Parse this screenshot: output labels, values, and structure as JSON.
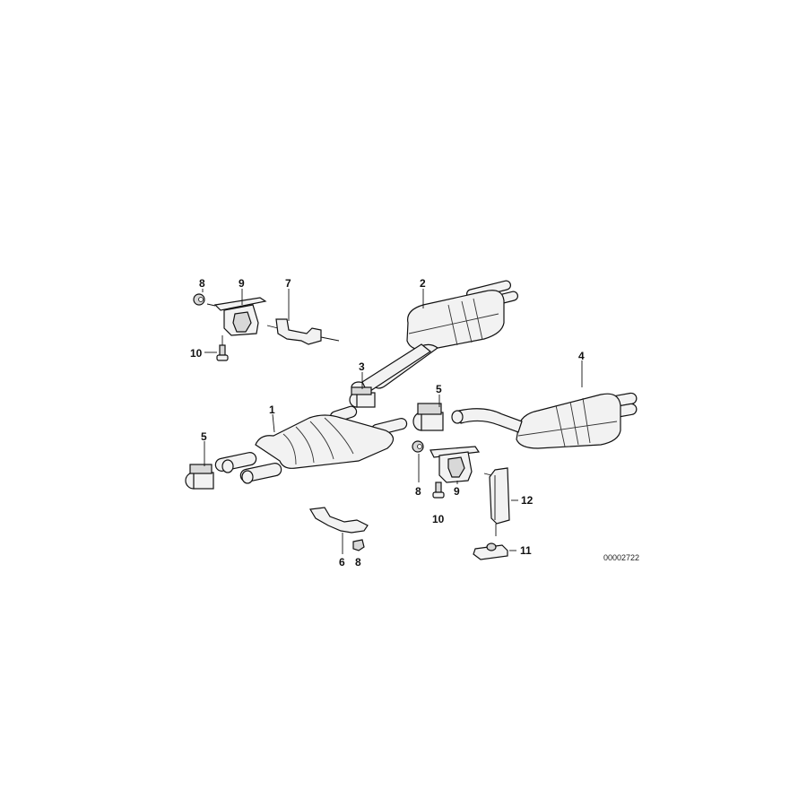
{
  "diagram": {
    "type": "exploded parts diagram",
    "subject": "exhaust system - mufflers, clamps and hangers",
    "reference_number": "00002722",
    "callouts": [
      {
        "id": "c8a",
        "label": "8",
        "part": "rubber nut / bushing"
      },
      {
        "id": "c9a",
        "label": "9",
        "part": "rubber mount bracket"
      },
      {
        "id": "c7",
        "label": "7",
        "part": "hanger bracket"
      },
      {
        "id": "c10a",
        "label": "10",
        "part": "bolt"
      },
      {
        "id": "c2",
        "label": "2",
        "part": "rear silencer (left)"
      },
      {
        "id": "c3",
        "label": "3",
        "part": "pipe clamp"
      },
      {
        "id": "c1",
        "label": "1",
        "part": "front/center silencer"
      },
      {
        "id": "c5a",
        "label": "5",
        "part": "pipe clamp"
      },
      {
        "id": "c5b",
        "label": "5",
        "part": "pipe clamp"
      },
      {
        "id": "c4",
        "label": "4",
        "part": "rear silencer (right)"
      },
      {
        "id": "c8b",
        "label": "8",
        "part": "rubber nut / bushing"
      },
      {
        "id": "c9b",
        "label": "9",
        "part": "rubber mount bracket"
      },
      {
        "id": "c10b",
        "label": "10",
        "part": "bolt"
      },
      {
        "id": "c12",
        "label": "12",
        "part": "holder"
      },
      {
        "id": "c11",
        "label": "11",
        "part": "clip"
      },
      {
        "id": "c6",
        "label": "6",
        "part": "bracket"
      },
      {
        "id": "c8c",
        "label": "8",
        "part": "rubber nut / bushing"
      }
    ]
  }
}
